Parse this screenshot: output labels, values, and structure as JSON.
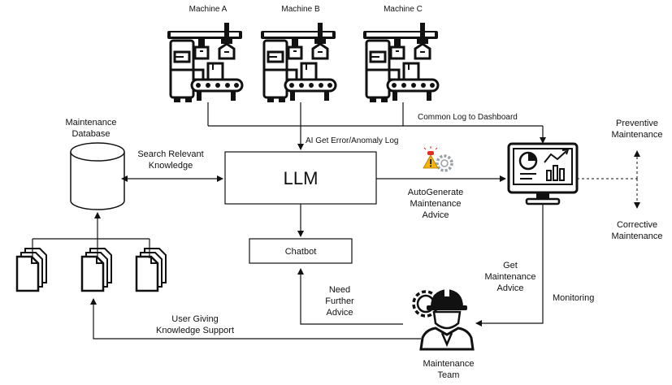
{
  "machines": [
    {
      "id": "a",
      "label": "Machine A"
    },
    {
      "id": "b",
      "label": "Machine B"
    },
    {
      "id": "c",
      "label": "Machine C"
    }
  ],
  "database": {
    "label_line1": "Maintenance",
    "label_line2": "Database"
  },
  "llm": {
    "label": "LLM"
  },
  "chatbot": {
    "label": "Chatbot"
  },
  "team": {
    "label_line1": "Maintenance",
    "label_line2": "Team"
  },
  "maintenance_types": {
    "preventive_line1": "Preventive",
    "preventive_line2": "Maintenance",
    "corrective_line1": "Corrective",
    "corrective_line2": "Maintenance"
  },
  "edges": {
    "common_log": "Common Log to Dashboard",
    "get_error": "AI Get Error/Anomaly Log",
    "search_line1": "Search Relevant",
    "search_line2": "Knowledge",
    "autogen_line1": "AutoGenerate",
    "autogen_line2": "Maintenance",
    "autogen_line3": "Advice",
    "get_advice_line1": "Get",
    "get_advice_line2": "Maintenance",
    "get_advice_line3": "Advice",
    "monitoring": "Monitoring",
    "need_line1": "Need",
    "need_line2": "Further",
    "need_line3": "Advice",
    "user_line1": "User Giving",
    "user_line2": "Knowledge Support"
  },
  "colors": {
    "line": "#111111",
    "alert_red": "#e0301e",
    "alert_yellow": "#f4b400",
    "gear_gray": "#9aa0a6"
  }
}
